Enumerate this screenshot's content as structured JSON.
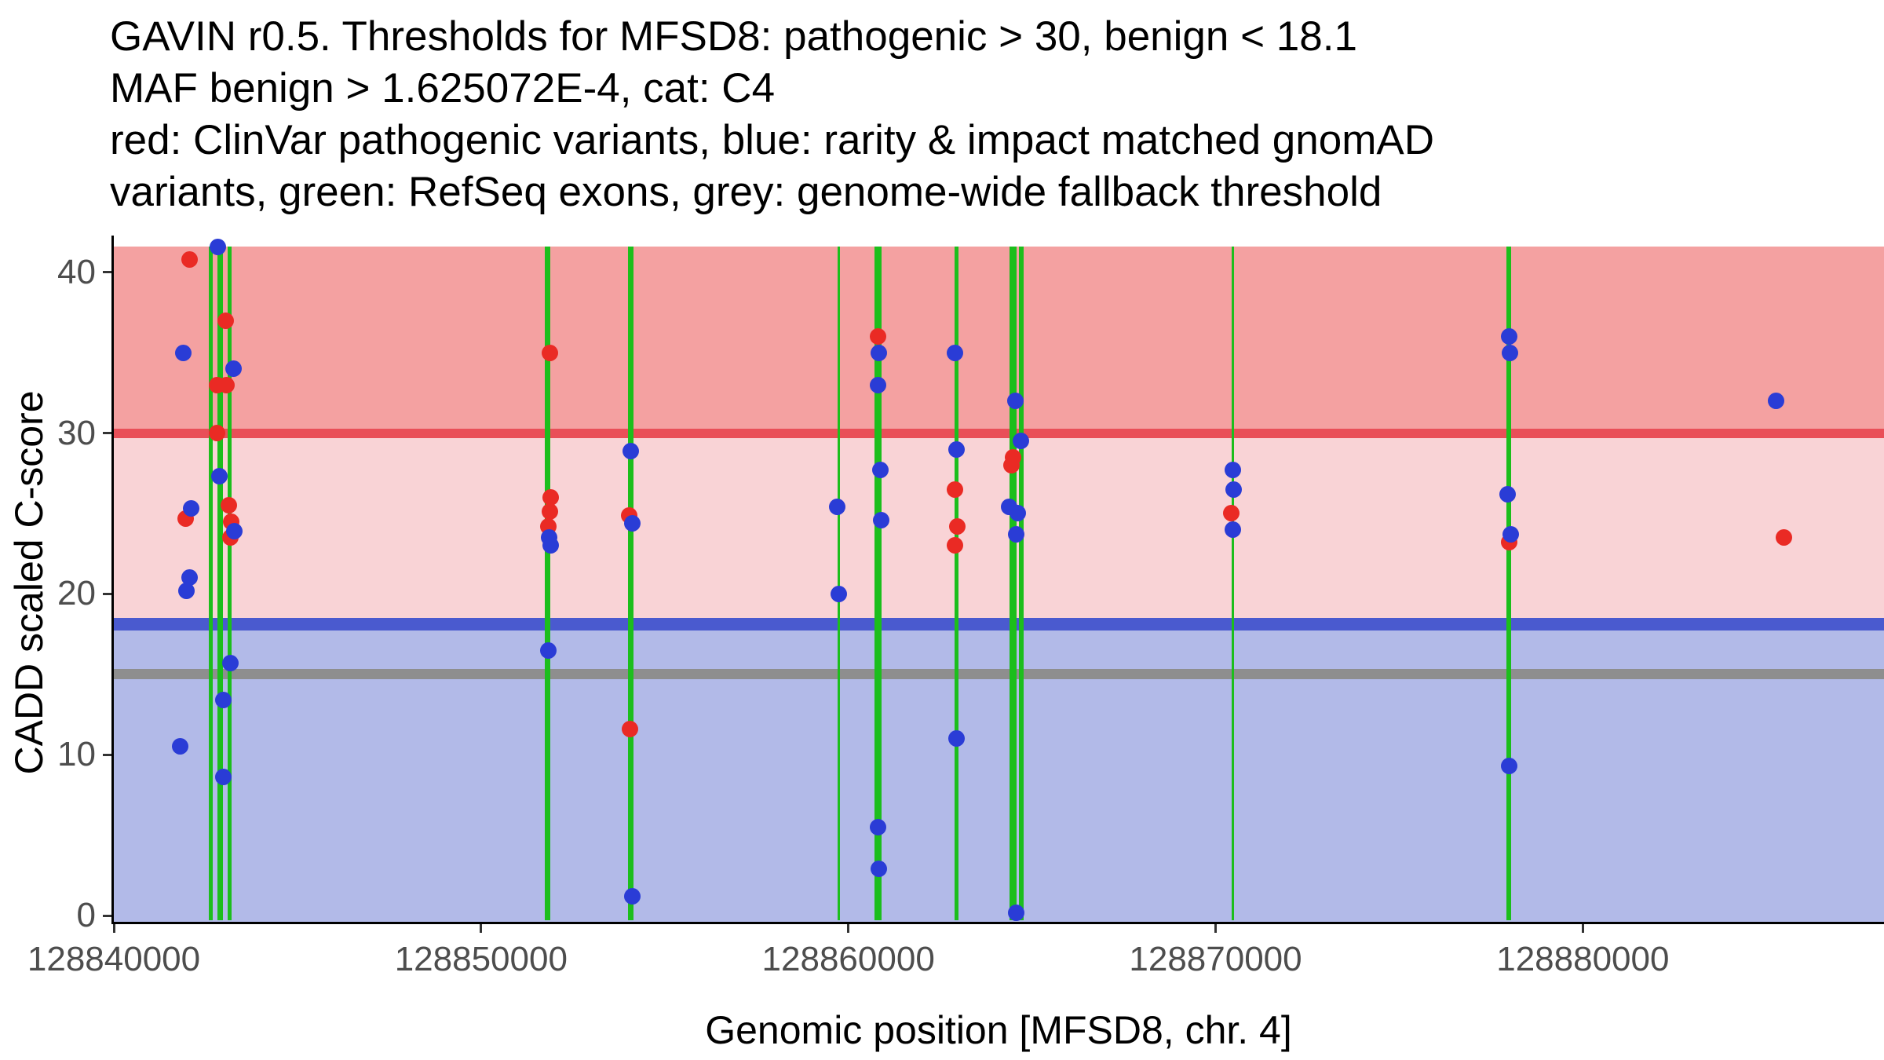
{
  "title_lines": [
    "GAVIN r0.5. Thresholds for MFSD8: pathogenic > 30, benign < 18.1",
    "MAF benign > 1.625072E-4, cat: C4",
    "red: ClinVar pathogenic variants, blue: rarity & impact matched gnomAD",
    "variants, green: RefSeq exons, grey: genome-wide fallback threshold"
  ],
  "axes": {
    "y_ticks": [
      {
        "value": 0,
        "label": "0"
      },
      {
        "value": 10,
        "label": "10"
      },
      {
        "value": 20,
        "label": "20"
      },
      {
        "value": 30,
        "label": "30"
      },
      {
        "value": 40,
        "label": "40"
      }
    ],
    "x_ticks": [
      {
        "value": 128840000,
        "label": "128840000"
      },
      {
        "value": 128850000,
        "label": "128850000"
      },
      {
        "value": 128860000,
        "label": "128860000"
      },
      {
        "value": 128870000,
        "label": "128870000"
      },
      {
        "value": 128880000,
        "label": "128880000"
      }
    ]
  },
  "chart_data": {
    "type": "scatter",
    "title": "GAVIN r0.5. Thresholds for MFSD8: pathogenic > 30, benign < 18.1; MAF benign > 1.625072E-4, cat: C4",
    "xlabel": "Genomic position [MFSD8, chr. 4]",
    "ylabel": "CADD scaled C-score",
    "xlim": [
      128840000,
      128888200
    ],
    "ylim": [
      0,
      41.6
    ],
    "thresholds": {
      "pathogenic_cadd_gt": 30,
      "benign_cadd_lt": 18.1,
      "genome_wide_fallback": 15,
      "maf_benign_gt": "1.625072E-4",
      "category": "C4"
    },
    "bands": [
      {
        "name": "pathogenic-zone",
        "from": 30,
        "to": 41.6,
        "color": "#F4A1A1"
      },
      {
        "name": "uncertain-zone",
        "from": 18.1,
        "to": 30,
        "color": "#F9D3D6"
      },
      {
        "name": "benign-zone",
        "from": 0,
        "to": 18.1,
        "color": "#B2BAE8"
      }
    ],
    "threshold_lines": [
      {
        "name": "pathogenic-threshold",
        "y": 30,
        "color": "#E94F58",
        "width": 12
      },
      {
        "name": "benign-threshold",
        "y": 18.1,
        "color": "#4A5ACF",
        "width": 16
      },
      {
        "name": "fallback-threshold",
        "y": 15,
        "color": "#8E8E8E",
        "width": 13
      }
    ],
    "exon_color": "#1CBE1C",
    "exons": [
      {
        "x": 128842650,
        "w": 5
      },
      {
        "x": 128842900,
        "w": 7
      },
      {
        "x": 128843150,
        "w": 5
      },
      {
        "x": 128851815,
        "w": 7
      },
      {
        "x": 128854070,
        "w": 7
      },
      {
        "x": 128859730,
        "w": 3
      },
      {
        "x": 128860812,
        "w": 9
      },
      {
        "x": 128862938,
        "w": 5
      },
      {
        "x": 128864476,
        "w": 9
      },
      {
        "x": 128864705,
        "w": 6
      },
      {
        "x": 128870465,
        "w": 3
      },
      {
        "x": 128877990,
        "w": 6
      }
    ],
    "series": [
      {
        "key": "clinvar-pathogenic",
        "name": "ClinVar pathogenic variants",
        "color": "#EA2A24",
        "points": [
          [
            128842060,
            40.8
          ],
          [
            128841960,
            24.7
          ],
          [
            128843040,
            37.0
          ],
          [
            128842820,
            33.0
          ],
          [
            128843060,
            33.0
          ],
          [
            128842820,
            30.0
          ],
          [
            128843140,
            25.5
          ],
          [
            128843200,
            24.5
          ],
          [
            128843170,
            23.5
          ],
          [
            128851880,
            35.0
          ],
          [
            128851900,
            26.0
          ],
          [
            128851870,
            25.1
          ],
          [
            128851830,
            24.2
          ],
          [
            128854030,
            24.9
          ],
          [
            128854060,
            11.6
          ],
          [
            128860810,
            36.0
          ],
          [
            128862900,
            26.5
          ],
          [
            128862970,
            24.2
          ],
          [
            128862910,
            23.0
          ],
          [
            128864480,
            28.5
          ],
          [
            128864450,
            28.0
          ],
          [
            128870430,
            25.0
          ],
          [
            128877990,
            23.2
          ],
          [
            128885480,
            23.5
          ]
        ]
      },
      {
        "key": "gnomad-matched",
        "name": "rarity & impact matched gnomAD variants",
        "color": "#2A3CD6",
        "points": [
          [
            128842840,
            41.6
          ],
          [
            128841900,
            35.0
          ],
          [
            128843270,
            34.0
          ],
          [
            128842880,
            27.3
          ],
          [
            128842100,
            25.3
          ],
          [
            128843280,
            23.9
          ],
          [
            128842060,
            21.0
          ],
          [
            128841980,
            20.2
          ],
          [
            128843180,
            15.7
          ],
          [
            128842980,
            13.4
          ],
          [
            128841800,
            10.5
          ],
          [
            128842980,
            8.6
          ],
          [
            128851860,
            23.5
          ],
          [
            128851890,
            23.0
          ],
          [
            128851840,
            16.5
          ],
          [
            128854080,
            28.9
          ],
          [
            128854120,
            24.4
          ],
          [
            128854120,
            1.2
          ],
          [
            128859700,
            25.4
          ],
          [
            128859730,
            20.0
          ],
          [
            128860840,
            35.0
          ],
          [
            128860800,
            33.0
          ],
          [
            128860870,
            27.7
          ],
          [
            128860900,
            24.6
          ],
          [
            128860810,
            5.5
          ],
          [
            128860840,
            2.9
          ],
          [
            128862910,
            35.0
          ],
          [
            128862940,
            29.0
          ],
          [
            128862940,
            11.0
          ],
          [
            128864540,
            32.0
          ],
          [
            128864700,
            29.5
          ],
          [
            128864380,
            25.4
          ],
          [
            128864620,
            25.0
          ],
          [
            128864560,
            23.7
          ],
          [
            128864580,
            0.15
          ],
          [
            128870460,
            27.7
          ],
          [
            128870490,
            26.5
          ],
          [
            128870460,
            24.0
          ],
          [
            128877990,
            36.0
          ],
          [
            128878010,
            35.0
          ],
          [
            128877960,
            26.2
          ],
          [
            128878040,
            23.7
          ],
          [
            128877990,
            9.3
          ],
          [
            128885260,
            32.0
          ]
        ]
      }
    ]
  }
}
